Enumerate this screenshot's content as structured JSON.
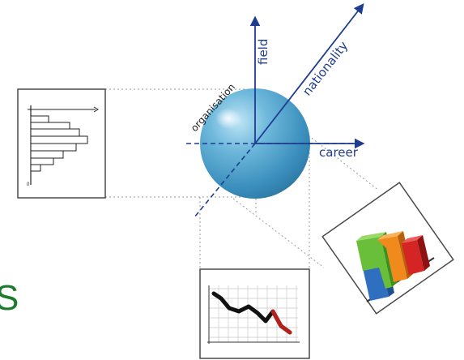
{
  "axes": {
    "field": "field",
    "nationality": "nationality",
    "career": "career",
    "organisation": "organisation"
  },
  "side_text": "S",
  "colors": {
    "axis": "#1f3d8f",
    "sphere": "#4fa6cf",
    "side_text": "#1e7a2e"
  },
  "icons": {
    "left_panel": "histogram-icon",
    "bottom_panel": "line-chart-icon",
    "right_panel": "3d-bar-chart-icon"
  }
}
